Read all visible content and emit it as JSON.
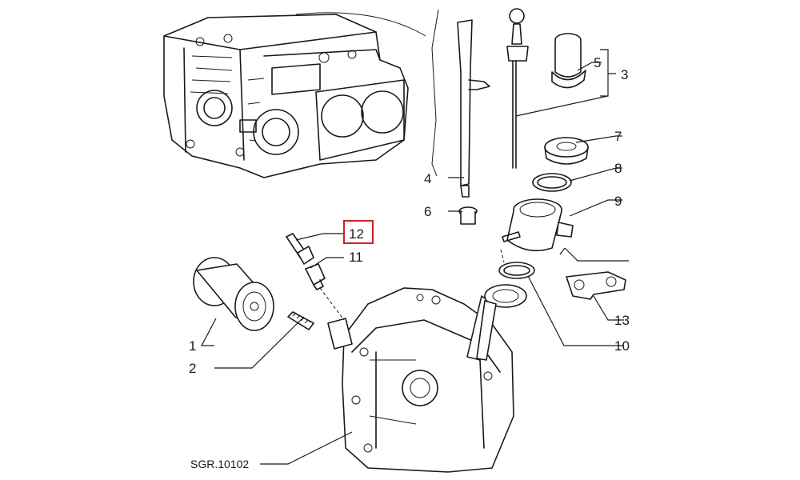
{
  "drawing_ref": "SGR.10102",
  "callouts": [
    {
      "id": "1",
      "label": "1"
    },
    {
      "id": "2",
      "label": "2"
    },
    {
      "id": "3",
      "label": "3"
    },
    {
      "id": "4",
      "label": "4"
    },
    {
      "id": "5",
      "label": "5"
    },
    {
      "id": "6",
      "label": "6"
    },
    {
      "id": "7",
      "label": "7"
    },
    {
      "id": "8",
      "label": "8"
    },
    {
      "id": "9",
      "label": "9"
    },
    {
      "id": "10",
      "label": "10"
    },
    {
      "id": "11",
      "label": "11"
    },
    {
      "id": "12",
      "label": "12"
    },
    {
      "id": "13",
      "label": "13"
    }
  ],
  "highlighted_callout": "12",
  "colors": {
    "line": "#1a1a1a",
    "highlight": "#d0202a",
    "background": "#ffffff"
  }
}
